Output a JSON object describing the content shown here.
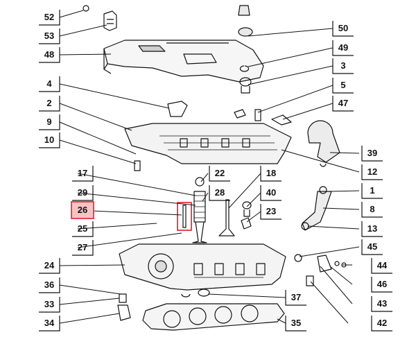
{
  "diagram": {
    "labels": {
      "p52": "52",
      "p53": "53",
      "p48": "48",
      "p4": "4",
      "p2": "2",
      "p9": "9",
      "p10": "10",
      "p17": "17",
      "p29": "29",
      "p26": "26",
      "p25": "25",
      "p27": "27",
      "p24": "24",
      "p36": "36",
      "p33": "33",
      "p34": "34",
      "p50": "50",
      "p49": "49",
      "p3": "3",
      "p5": "5",
      "p47": "47",
      "p39": "39",
      "p12": "12",
      "p22": "22",
      "p28": "28",
      "p18": "18",
      "p40": "40",
      "p23": "23",
      "p1": "1",
      "p8": "8",
      "p13": "13",
      "p45": "45",
      "p44": "44",
      "p46": "46",
      "p43": "43",
      "p37": "37",
      "p42": "42",
      "p35": "35"
    },
    "highlighted": "26",
    "colors": {
      "line": "#111111",
      "highlight_box": "#e8454f",
      "highlight_fill": "#f4c4c4"
    }
  }
}
